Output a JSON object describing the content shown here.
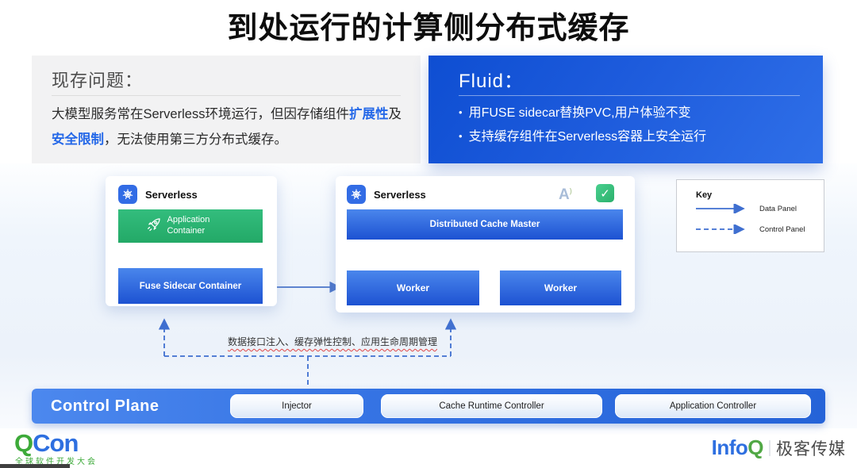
{
  "title": "到处运行的计算侧分布式缓存",
  "problem": {
    "heading": "现存问题：",
    "text_part1": "大模型服务常在Serverless环境运行，但因存储组件",
    "highlight1": "扩展性",
    "text_part2": "及",
    "highlight2": "安全限制",
    "text_part3": "，无法使用第三方分布式缓存。"
  },
  "fluid": {
    "heading": "Fluid：",
    "bullets": [
      "用FUSE sidecar替换PVC,用户体验不变",
      "支持缓存组件在Serverless容器上安全运行"
    ]
  },
  "diagram": {
    "left_serverless": {
      "label": "Serverless",
      "app_container": "Application Container",
      "fuse_sidecar": "Fuse Sidecar Container"
    },
    "right_serverless": {
      "label": "Serverless",
      "master": "Distributed Cache Master",
      "workers": [
        "Worker",
        "Worker"
      ]
    },
    "legend": {
      "title": "Key",
      "data_label": "Data Panel",
      "control_label": "Control Panel"
    },
    "control_note": "数据接口注入、缓存弹性控制、应用生命周期管理"
  },
  "control_plane": {
    "label": "Control Plane",
    "items": [
      "Injector",
      "Cache Runtime Controller",
      "Application Controller"
    ]
  },
  "footer": {
    "qcon_q": "Q",
    "qcon_con": "Con",
    "qcon_subtitle": "全球软件开发大会",
    "infoq_info": "Info",
    "infoq_q": "Q",
    "infoq_media": "极客传媒"
  },
  "colors": {
    "accent_blue": "#2468e8",
    "fluid_bg": "#1554d6",
    "container_green": "#2cb674",
    "box_blue": "#2563d8",
    "k8s_blue": "#326ce5",
    "juicefs_green": "#35c278",
    "qcon_green": "#3daa39",
    "logo_blue": "#2e6fe0",
    "note_underline_red": "#e04545"
  }
}
